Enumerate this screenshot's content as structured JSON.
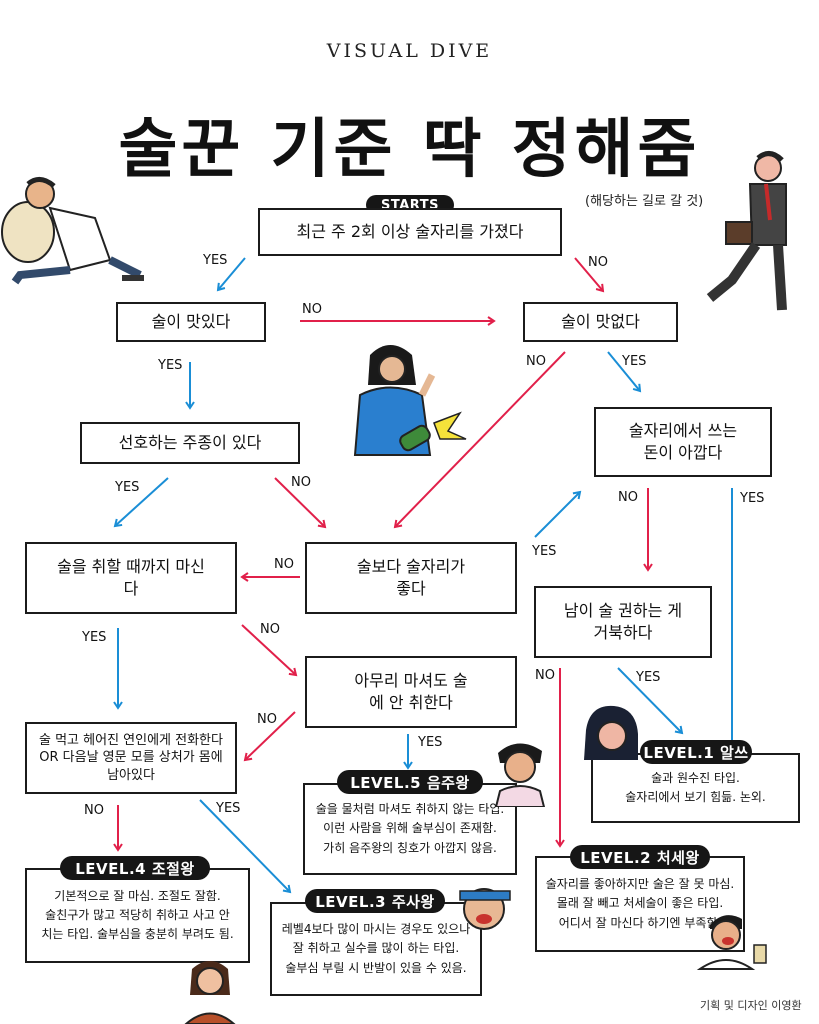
{
  "brand": "VISUAL DIVE",
  "title": "술꾼 기준 딱 정해줌",
  "subtitle": "(해당하는 길로 갈 것)",
  "colors": {
    "yes": "#1a8ed6",
    "no": "#e1204a",
    "ink": "#161616"
  },
  "start_label": "STARTS",
  "nodes": {
    "q1": "최근 주 2회 이상 술자리를 가졌다",
    "q2": "술이 맛있다",
    "q3": "술이 맛없다",
    "q4": "선호하는 주종이 있다",
    "q5": "술자리에서 쓰는 돈이 아깝다",
    "q6": "술을 취할 때까지 마신다",
    "q7": "술보다 술자리가 좋다",
    "q8": "남이 술 권하는 게 거북하다",
    "q9": "아무리 마셔도 술에 안 취한다",
    "q10": "술 먹고 헤어진 연인에게 전화한다 OR 다음날 영문 모를 상처가 몸에 남아있다"
  },
  "levels": {
    "l1": {
      "title": "LEVEL.1 알쓰",
      "lines": [
        "술과 원수진 타입.",
        "술자리에서 보기 힘듦. 논외."
      ]
    },
    "l2": {
      "title": "LEVEL.2 처세왕",
      "lines": [
        "술자리를 좋아하지만 술은 잘 못 마심.",
        "몰래 잘 빼고 처세술이 좋은 타입.",
        "어디서 잘 마신다 하기엔 부족함."
      ]
    },
    "l3": {
      "title": "LEVEL.3 주사왕",
      "lines": [
        "레벨4보다 많이 마시는 경우도 있으나",
        "잘 취하고 실수를 많이 하는 타입.",
        "술부심 부릴 시 반발이 있을 수 있음."
      ]
    },
    "l4": {
      "title": "LEVEL.4 조절왕",
      "lines": [
        "기본적으로 잘 마심. 조절도 잘함.",
        "술친구가 많고 적당히 취하고 사고 안",
        "치는 타입. 술부심을 충분히 부려도 됨."
      ]
    },
    "l5": {
      "title": "LEVEL.5 음주왕",
      "lines": [
        "술을 물처럼 마셔도 취하지 않는 타입.",
        "이런 사람을 위해 술부심이 존재함.",
        "가히 음주왕의 칭호가 아깝지 않음."
      ]
    }
  },
  "edge_labels": {
    "yes": "YES",
    "no": "NO"
  },
  "credit": "기획 및 디자인 이영환"
}
